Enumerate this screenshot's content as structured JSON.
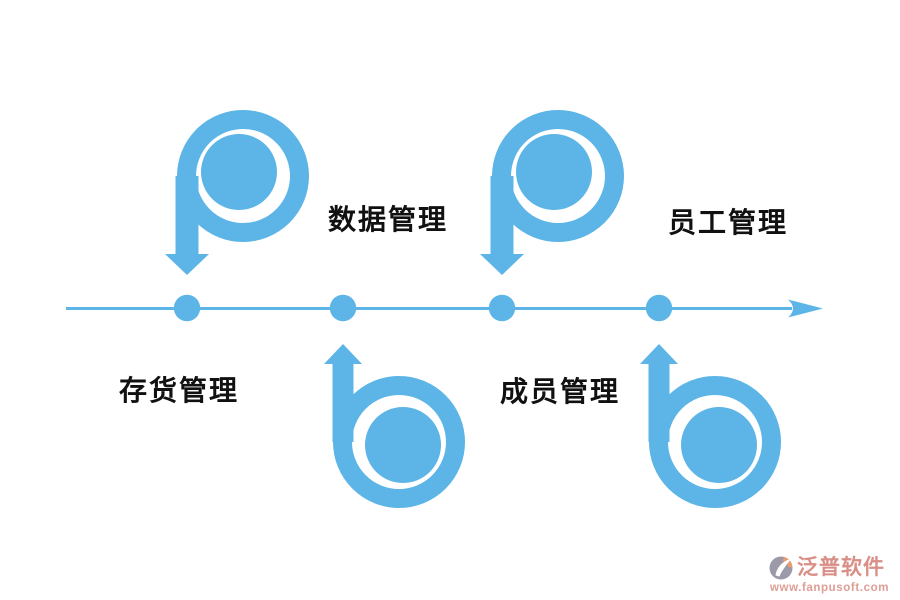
{
  "palette": {
    "background": "#FFFFFF",
    "primary_blue": "#5CB5E6",
    "label_text": "#111111",
    "watermark_text": "#D98E86",
    "watermark_url_text": "#DE9D95",
    "logo_gray": "#9C99A8",
    "logo_orange": "#E89B70"
  },
  "diagram": {
    "type": "horizontal-timeline",
    "axis": {
      "direction": "right",
      "dot_count": 4
    },
    "nodes": [
      {
        "label": "存货管理",
        "label_side": "below",
        "glyph": "p-spiral-arrow-down",
        "glyph_side": "above"
      },
      {
        "label": "数据管理",
        "label_side": "above",
        "glyph": "b-spiral-arrow-up",
        "glyph_side": "below"
      },
      {
        "label": "成员管理",
        "label_side": "below",
        "glyph": "p-spiral-arrow-down",
        "glyph_side": "above"
      },
      {
        "label": "员工管理",
        "label_side": "above",
        "glyph": "b-spiral-arrow-up",
        "glyph_side": "below"
      }
    ]
  },
  "watermark": {
    "brand": "泛普软件",
    "url": "www.fanpusoft.com"
  }
}
